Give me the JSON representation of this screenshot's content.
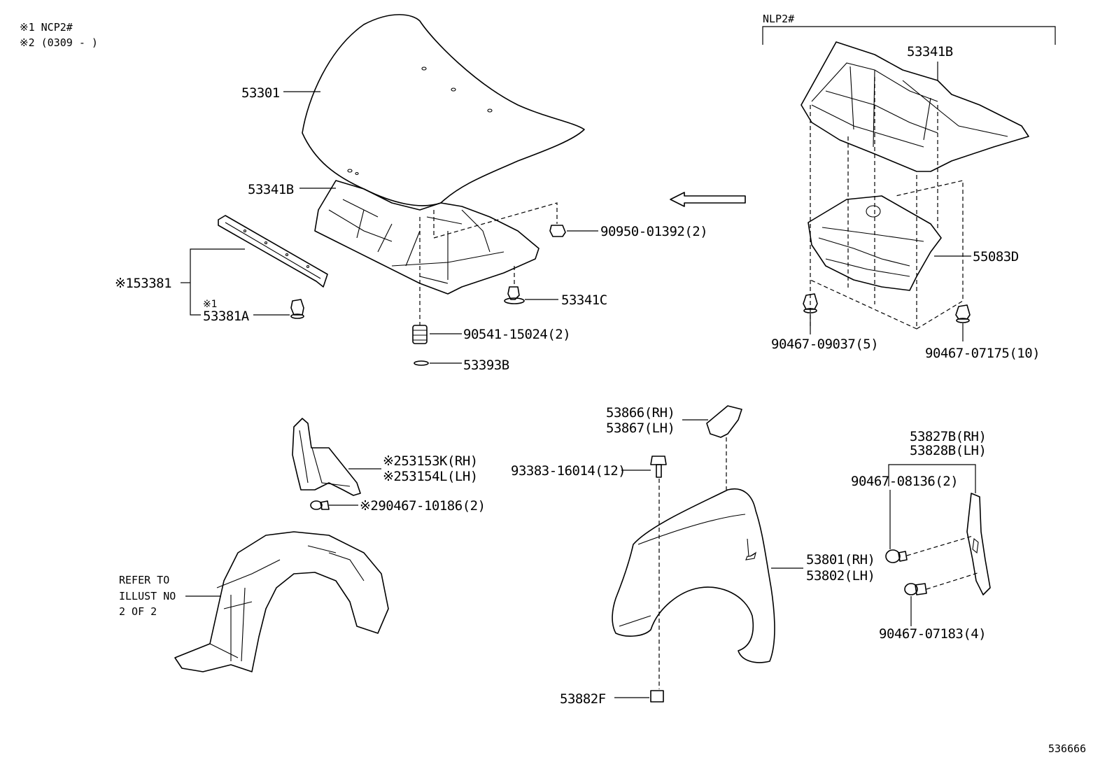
{
  "notes": {
    "note1": "※1 NCP2#",
    "note2": "※2 (0309 -     )"
  },
  "inset": {
    "label": "NLP2#"
  },
  "parts": {
    "p53301": "53301",
    "p53341B_main": "53341B",
    "p53341B_inset": "53341B",
    "p90950": "90950-01392(2)",
    "p53341C": "53341C",
    "p53381": "※153381",
    "p53381A_mark": "※1",
    "p53381A": "53381A",
    "p90541": "90541-15024(2)",
    "p53393B": "53393B",
    "p55083D": "55083D",
    "p90467_09037": "90467-09037(5)",
    "p90467_07175": "90467-07175(10)",
    "p53866": "53866(RH)",
    "p53867": "53867(LH)",
    "p93383": "93383-16014(12)",
    "p53153K": "※253153K(RH)",
    "p53154L": "※253154L(LH)",
    "p90467_10186": "※290467-10186(2)",
    "p53827B": "53827B(RH)",
    "p53828B": "53828B(LH)",
    "p90467_08136": "90467-08136(2)",
    "p53801": "53801(RH)",
    "p53802": "53802(LH)",
    "p90467_07183": "90467-07183(4)",
    "p53882F": "53882F"
  },
  "refer": {
    "line1": "REFER TO",
    "line2": "ILLUST NO",
    "line3": "2 OF 2"
  },
  "diagram_id": "536666"
}
